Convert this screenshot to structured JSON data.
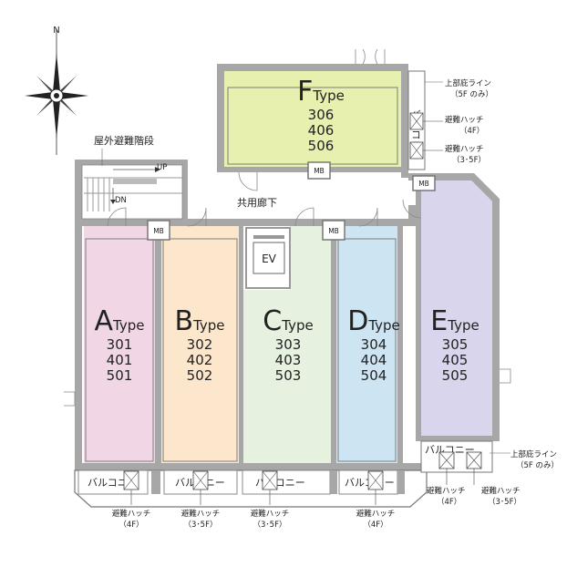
{
  "compass": {
    "north_label": "N"
  },
  "units": [
    {
      "id": "a",
      "letter": "A",
      "type_suffix": "Type",
      "rooms": [
        "301",
        "401",
        "501"
      ],
      "color": "#f1d6e6"
    },
    {
      "id": "b",
      "letter": "B",
      "type_suffix": "Type",
      "rooms": [
        "302",
        "402",
        "502"
      ],
      "color": "#fde7cc"
    },
    {
      "id": "c",
      "letter": "C",
      "type_suffix": "Type",
      "rooms": [
        "303",
        "403",
        "503"
      ],
      "color": "#e6f1e0"
    },
    {
      "id": "d",
      "letter": "D",
      "type_suffix": "Type",
      "rooms": [
        "304",
        "404",
        "504"
      ],
      "color": "#cde5f2"
    },
    {
      "id": "e",
      "letter": "E",
      "type_suffix": "Type",
      "rooms": [
        "305",
        "405",
        "505"
      ],
      "color": "#d9d5ec"
    },
    {
      "id": "f",
      "letter": "F",
      "type_suffix": "Type",
      "rooms": [
        "306",
        "406",
        "506"
      ],
      "color": "#e8f0b0"
    }
  ],
  "labels": {
    "outdoor_stairs": "屋外避難階段",
    "up": "UP",
    "dn": "DN",
    "corridor": "共用廊下",
    "elevator": "EV",
    "mb": "MB",
    "balcony": "バルコニー",
    "balcony_vertical": "バルコニー"
  },
  "notes": {
    "f_top_line": [
      "上部庇ライン",
      "（5F のみ）"
    ],
    "f_hatch_4f": [
      "避難ハッチ",
      "（4F）"
    ],
    "f_hatch_35f": [
      "避難ハッチ",
      "（3･5F）"
    ],
    "e_top_line": [
      "上部庇ライン",
      "（5F のみ）"
    ],
    "e_hatch_4f": [
      "避難ハッチ",
      "（4F）"
    ],
    "e_hatch_35f": [
      "避難ハッチ",
      "（3･5F）"
    ],
    "bottom_hatch_a": [
      "避難ハッチ",
      "（4F）"
    ],
    "bottom_hatch_b": [
      "避難ハッチ",
      "（3･5F）"
    ],
    "bottom_hatch_c": [
      "避難ハッチ",
      "（3･5F）"
    ],
    "bottom_hatch_d": [
      "避難ハッチ",
      "（4F）"
    ]
  }
}
